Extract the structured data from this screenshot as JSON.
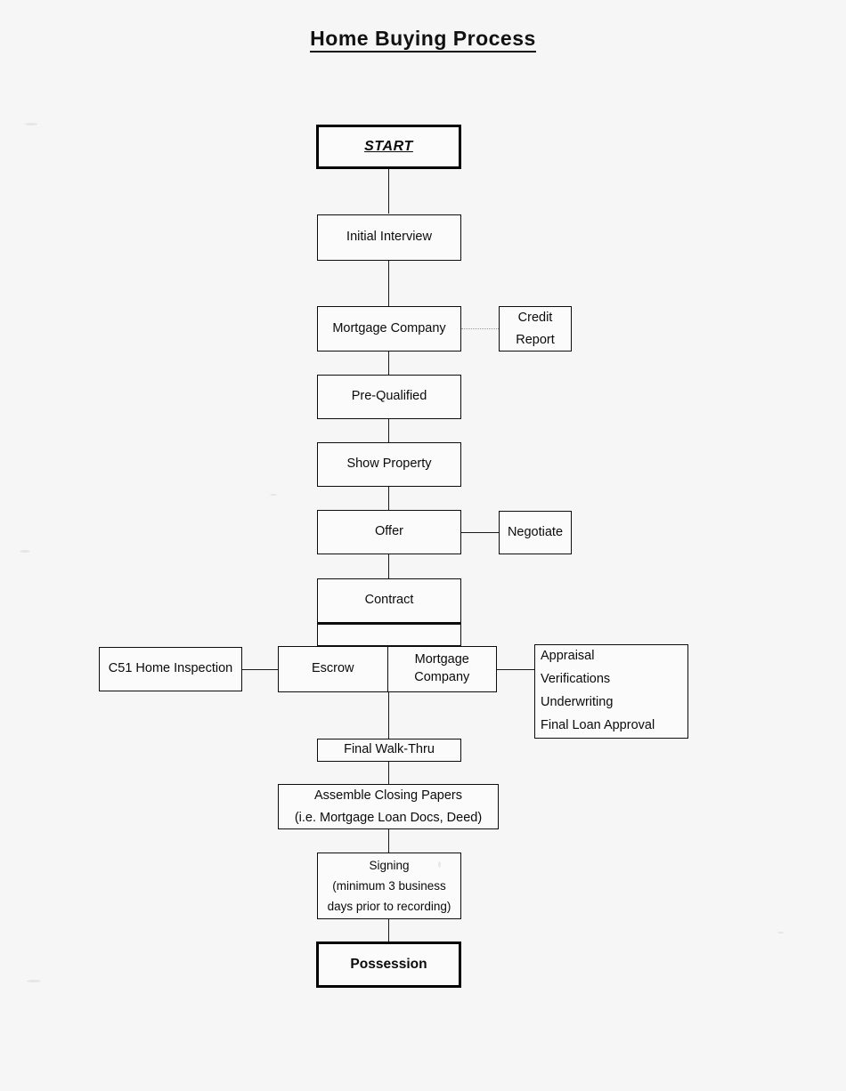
{
  "document": {
    "title": "Home Buying Process",
    "background_color": "#f6f6f6",
    "line_color": "#0d0d0d"
  },
  "chart_data": {
    "type": "diagram",
    "title": "Home Buying Process",
    "nodes": [
      {
        "id": "start",
        "label": "START",
        "style": "thick-italic-underline-bold"
      },
      {
        "id": "interview",
        "label": "Initial Interview",
        "style": "plain"
      },
      {
        "id": "mortgage",
        "label": "Mortgage Company",
        "style": "plain"
      },
      {
        "id": "credit",
        "label": "Credit Report",
        "style": "plain",
        "lines": [
          "Credit",
          "Report"
        ]
      },
      {
        "id": "prequal",
        "label": "Pre-Qualified",
        "style": "plain"
      },
      {
        "id": "show",
        "label": "Show Property",
        "style": "plain"
      },
      {
        "id": "offer",
        "label": "Offer",
        "style": "plain"
      },
      {
        "id": "negotiate",
        "label": "Negotiate",
        "style": "plain"
      },
      {
        "id": "contract",
        "label": "Contract",
        "style": "two-compartment"
      },
      {
        "id": "inspection",
        "label": "C51 Home Inspection",
        "style": "plain"
      },
      {
        "id": "escrow",
        "label": "Escrow",
        "style": "split-left"
      },
      {
        "id": "mortgage2",
        "label": "Mortgage Company",
        "style": "split-right",
        "lines": [
          "Mortgage",
          "Company"
        ]
      },
      {
        "id": "loantasks",
        "label": "Loan Tasks",
        "style": "list",
        "lines": [
          "Appraisal",
          "Verifications",
          "Underwriting",
          "Final Loan Approval"
        ]
      },
      {
        "id": "walkthru",
        "label": "Final Walk-Thru",
        "style": "plain"
      },
      {
        "id": "assemble",
        "label": "Assemble Closing Papers",
        "style": "multiline",
        "lines": [
          "Assemble Closing Papers",
          "(i.e. Mortgage Loan Docs, Deed)"
        ]
      },
      {
        "id": "signing",
        "label": "Signing",
        "style": "multiline",
        "lines": [
          "Signing",
          "(minimum 3 business",
          "days prior to recording)"
        ]
      },
      {
        "id": "possession",
        "label": "Possession",
        "style": "thick-bold"
      }
    ],
    "edges": [
      {
        "from": "start",
        "to": "interview",
        "kind": "solid-vertical"
      },
      {
        "from": "interview",
        "to": "mortgage",
        "kind": "solid-vertical"
      },
      {
        "from": "mortgage",
        "to": "credit",
        "kind": "dotted-horizontal"
      },
      {
        "from": "mortgage",
        "to": "prequal",
        "kind": "solid-vertical"
      },
      {
        "from": "prequal",
        "to": "show",
        "kind": "solid-vertical"
      },
      {
        "from": "show",
        "to": "offer",
        "kind": "solid-vertical"
      },
      {
        "from": "offer",
        "to": "negotiate",
        "kind": "solid-horizontal"
      },
      {
        "from": "offer",
        "to": "contract",
        "kind": "solid-vertical"
      },
      {
        "from": "contract",
        "to": "escrow",
        "kind": "solid-vertical"
      },
      {
        "from": "inspection",
        "to": "escrow",
        "kind": "solid-horizontal"
      },
      {
        "from": "mortgage2",
        "to": "loantasks",
        "kind": "solid-horizontal"
      },
      {
        "from": "escrow",
        "to": "walkthru",
        "kind": "solid-vertical"
      },
      {
        "from": "walkthru",
        "to": "assemble",
        "kind": "solid-vertical"
      },
      {
        "from": "assemble",
        "to": "signing",
        "kind": "solid-vertical"
      },
      {
        "from": "signing",
        "to": "possession",
        "kind": "solid-vertical"
      }
    ]
  },
  "nodes": {
    "start": {
      "label": "START"
    },
    "interview": {
      "label": "Initial Interview"
    },
    "mortgage": {
      "label": "Mortgage Company"
    },
    "credit": {
      "line1": "Credit",
      "line2": "Report"
    },
    "prequal": {
      "label": "Pre-Qualified"
    },
    "show": {
      "label": "Show Property"
    },
    "offer": {
      "label": "Offer"
    },
    "negotiate": {
      "label": "Negotiate"
    },
    "contract": {
      "label": "Contract"
    },
    "inspection": {
      "label": "C51 Home Inspection"
    },
    "escrow": {
      "label": "Escrow"
    },
    "mortgage2": {
      "line1": "Mortgage",
      "line2": "Company"
    },
    "loantasks": {
      "items": [
        "Appraisal",
        "Verifications",
        "Underwriting",
        "Final Loan Approval"
      ]
    },
    "walkthru": {
      "label": "Final Walk-Thru"
    },
    "assemble": {
      "line1": "Assemble Closing Papers",
      "line2": "(i.e. Mortgage Loan Docs, Deed)"
    },
    "signing": {
      "line1": "Signing",
      "line2": "(minimum 3 business",
      "line3": "days prior to recording)"
    },
    "possession": {
      "label": "Possession"
    }
  }
}
